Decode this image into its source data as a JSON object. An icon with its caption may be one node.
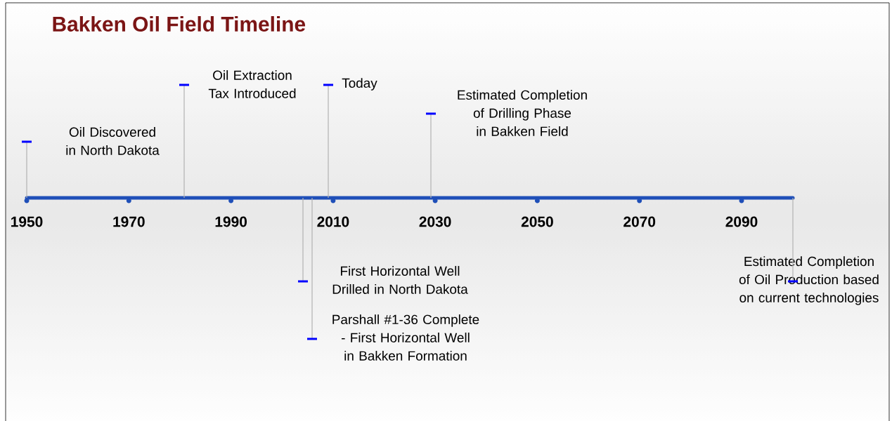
{
  "diagram": {
    "title": "Bakken Oil Field Timeline",
    "nodes": [
      {
        "text": [
          "Oil Discovered in North Dakota"
        ]
      },
      {
        "text": [
          "Oil Extraction Tax Introduced"
        ]
      },
      {
        "text": [
          "Today"
        ]
      },
      {
        "text": [
          "Estimated Completion of Drilling Phase in Bakken Field"
        ]
      },
      {
        "text": [
          "First Horizontal Well Drilled in North Dakota"
        ]
      },
      {
        "text": [
          "Parshall #1-36 Complete - First Horizontal Well in Bakken Formation"
        ]
      },
      {
        "text": [
          "Estimated Completion of Oil Production based on current technologies"
        ]
      },
      {
        "text": [],
        "shape": "bar",
        "beside": [
          "1950",
          "1970",
          "1990",
          "2010",
          "2030",
          "2050",
          "2070",
          "2090"
        ]
      }
    ],
    "edges": [
      {
        "from": 0,
        "to": 7,
        "arrow": "none"
      },
      {
        "from": 1,
        "to": 7,
        "arrow": "none"
      },
      {
        "from": 2,
        "to": 7,
        "arrow": "none"
      },
      {
        "from": 3,
        "to": 7,
        "arrow": "none"
      },
      {
        "from": 4,
        "to": 7,
        "arrow": "none"
      },
      {
        "from": 5,
        "to": 7,
        "arrow": "none"
      },
      {
        "from": 6,
        "to": 7,
        "arrow": "none"
      }
    ]
  }
}
